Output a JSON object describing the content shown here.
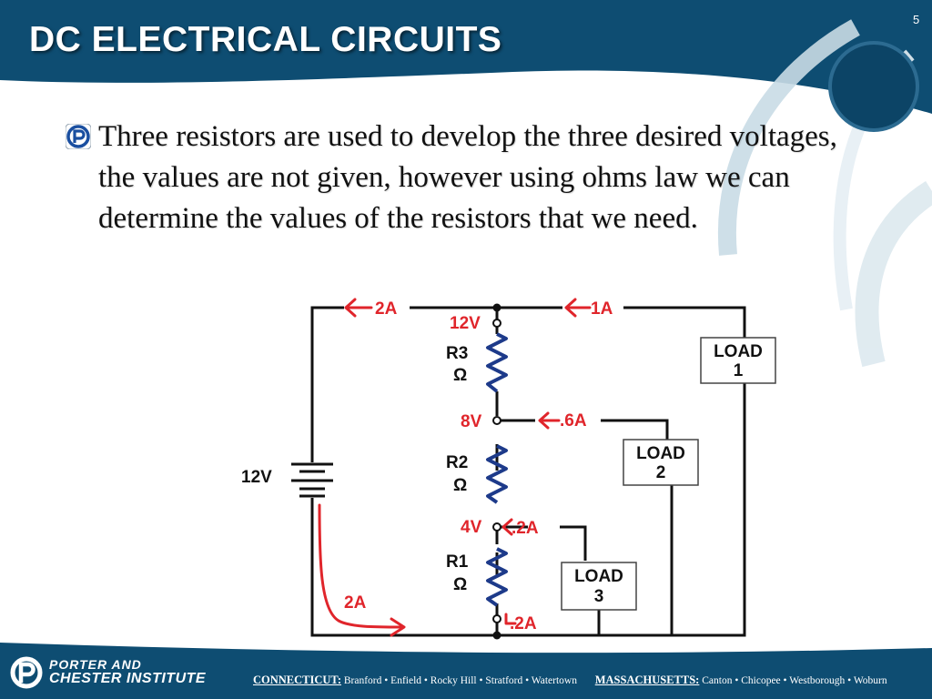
{
  "slide": {
    "title": "DC ELECTRICAL CIRCUITS",
    "slide_number": "5",
    "bullet_icon": "porter-chester-logo-icon",
    "bullet": "Three resistors are used to develop the three desired voltages, the values are not given, however using ohms law we can determine the values of the resistors that we need."
  },
  "colors": {
    "header_bg": "#0e4d72",
    "swoosh": "#dde9ef",
    "wire": "#111111",
    "annotation": "#e0252b",
    "resistor": "#1d3a8a"
  },
  "circuit": {
    "source_label": "12V",
    "source_current": "2A",
    "top_left_current": "2A",
    "top_right_current": "1A",
    "node_12v": "12V",
    "node_8v": "8V",
    "node_4v": "4V",
    "branch_8v_current": ".6A",
    "branch_4v_current": ".2A",
    "bottom_current": ".2A",
    "resistors": [
      {
        "name": "R3",
        "unit": "Ω"
      },
      {
        "name": "R2",
        "unit": "Ω"
      },
      {
        "name": "R1",
        "unit": "Ω"
      }
    ],
    "loads": [
      {
        "line1": "LOAD",
        "line2": "1"
      },
      {
        "line1": "LOAD",
        "line2": "2"
      },
      {
        "line1": "LOAD",
        "line2": "3"
      }
    ]
  },
  "footer": {
    "logo_icon": "porter-chester-logo-icon",
    "brand_line1": "PORTER AND",
    "brand_line2": "CHESTER INSTITUTE",
    "ct_label": "CONNECTICUT:",
    "ct_locations": "Branford • Enfield • Rocky Hill • Stratford • Watertown",
    "ma_label": "MASSACHUSETTS:",
    "ma_locations": "Canton • Chicopee • Westborough • Woburn"
  }
}
